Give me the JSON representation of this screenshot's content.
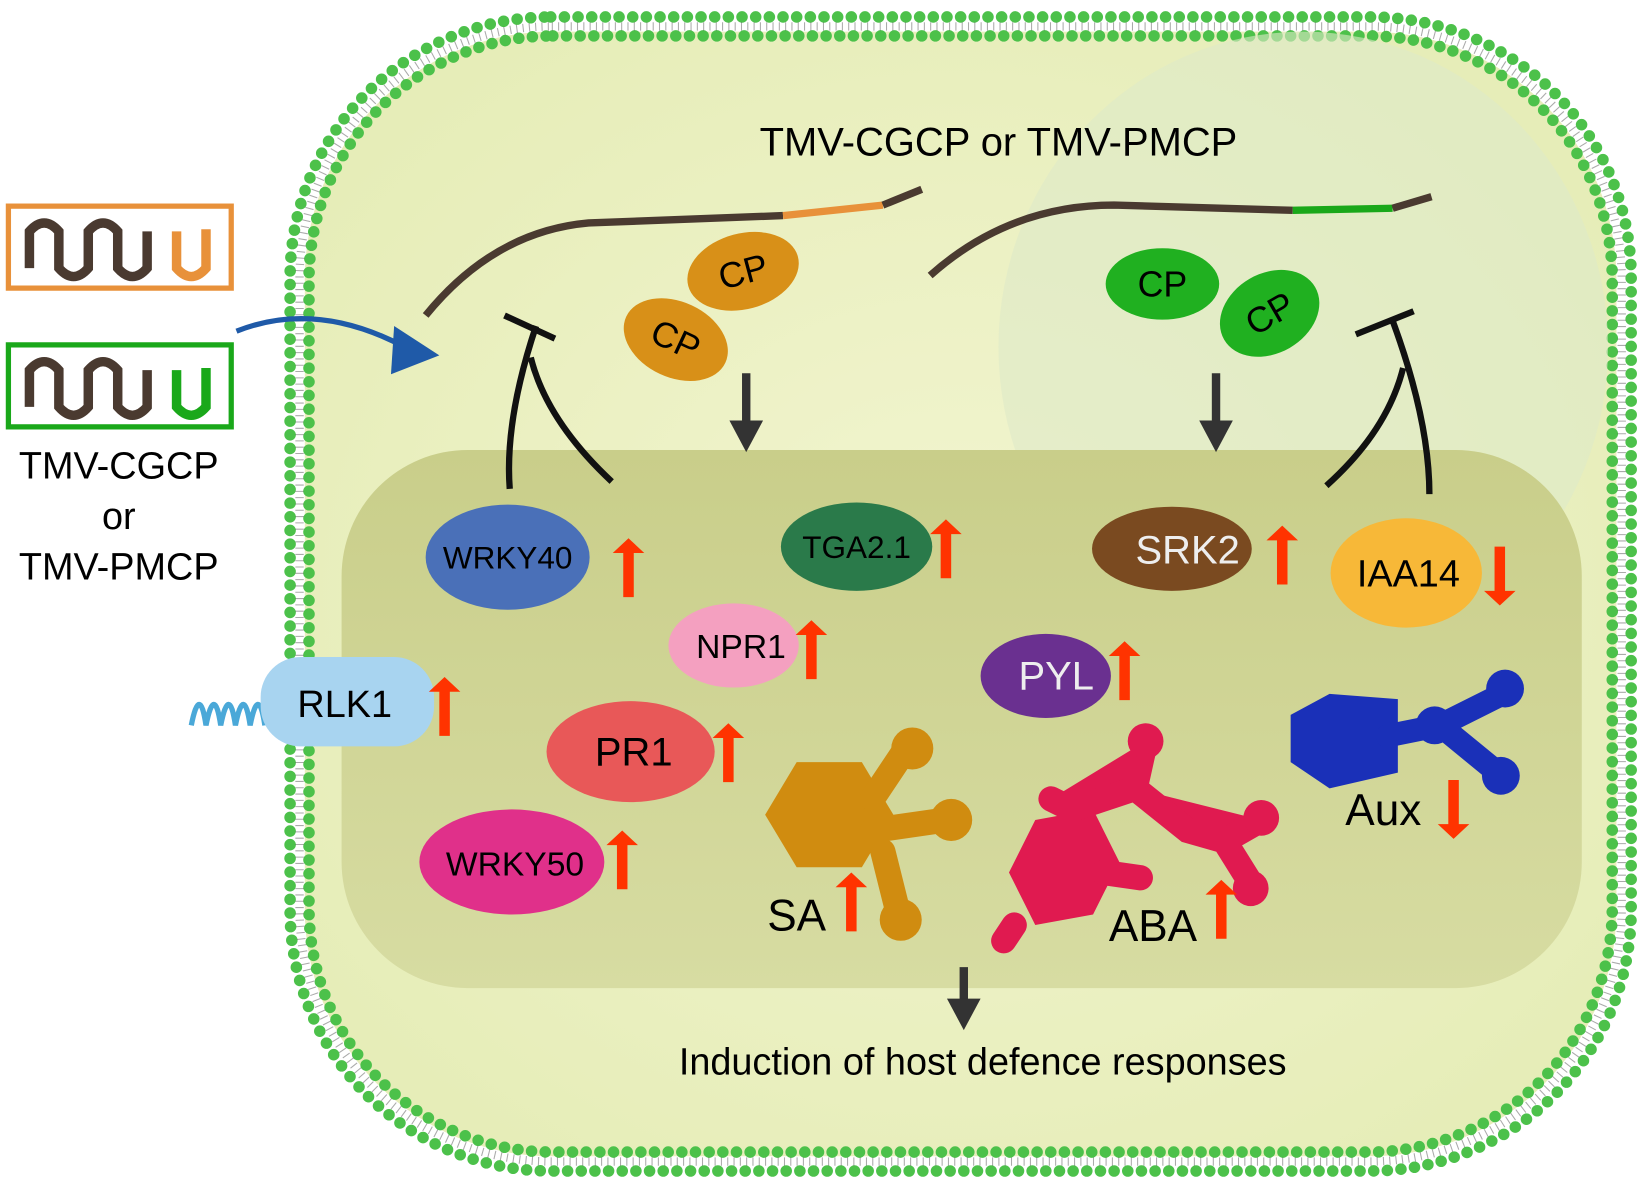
{
  "title": "TMV-CGCP or TMV-PMCP",
  "legend": {
    "line1": "TMV-CGCP",
    "line2": "or",
    "line3": "TMV-PMCP"
  },
  "cp_label": "CP",
  "proteins": {
    "wrky40": "WRKY40",
    "tga21": "TGA2.1",
    "srk2": "SRK2",
    "iaa14": "IAA14",
    "npr1": "NPR1",
    "pyl": "PYL",
    "rlk1": "RLK1",
    "pr1": "PR1",
    "wrky50": "WRKY50"
  },
  "hormones": {
    "sa": "SA",
    "aba": "ABA",
    "aux": "Aux"
  },
  "outcome": "Induction of host defence responses",
  "colors": {
    "orange": "#e8913a",
    "green": "#1aa81a",
    "up_arrow": "#ff3300",
    "membrane": "#5fcf4f"
  }
}
